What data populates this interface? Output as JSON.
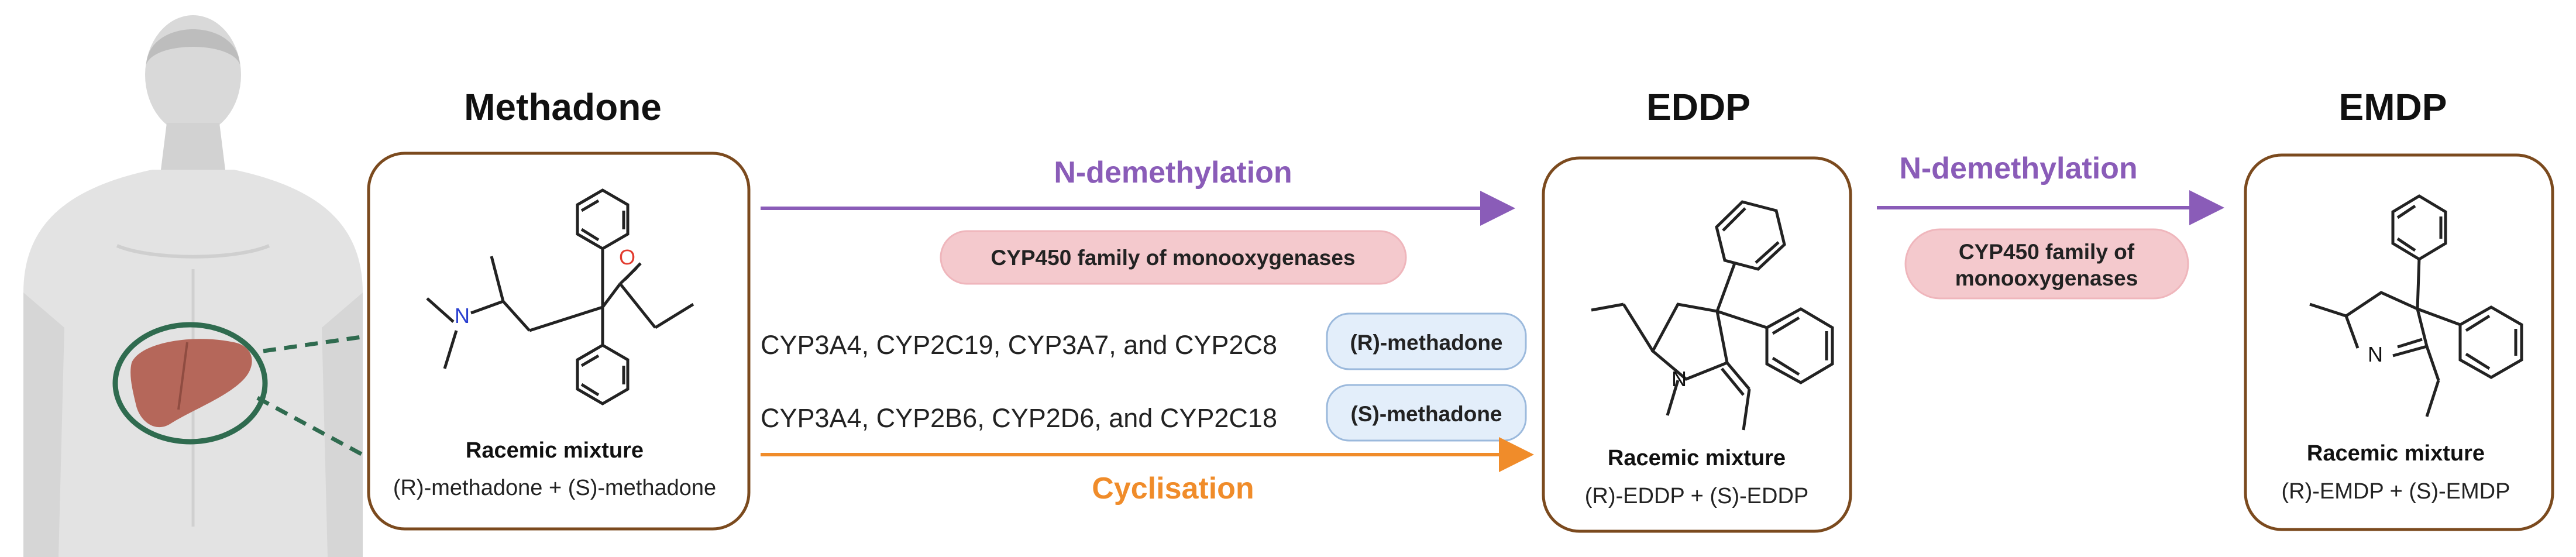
{
  "nodes": {
    "methadone": {
      "title": "Methadone",
      "label": "Racemic mixture",
      "sublabel": "(R)-methadone + (S)-methadone"
    },
    "eddp": {
      "title": "EDDP",
      "label": "Racemic mixture",
      "sublabel": "(R)-EDDP + (S)-EDDP"
    },
    "emdp": {
      "title": "EMDP",
      "label": "Racemic mixture",
      "sublabel": "(R)-EMDP + (S)-EMDP"
    }
  },
  "atoms": {
    "nitrogen": "N",
    "oxygen": "O"
  },
  "reactions": {
    "demethylation_1": {
      "label": "N-demethylation",
      "enzyme": "CYP450 family of monooxygenases"
    },
    "demethylation_2": {
      "label": "N-demethylation",
      "enzyme_line1": "CYP450 family of",
      "enzyme_line2": "monooxygenases"
    },
    "cyclisation": {
      "label": "Cyclisation"
    }
  },
  "enantiomers": [
    {
      "enzymes": "CYP3A4, CYP2C19, CYP3A7, and CYP2C8",
      "tag": "(R)-methadone"
    },
    {
      "enzymes": "CYP3A4, CYP2B6, CYP2D6, and CYP2C18",
      "tag": "(S)-methadone"
    }
  ],
  "colors": {
    "box_border": "#7b4a1e",
    "purple": "#8a5cb8",
    "orange": "#f08c2a",
    "pill_pink": "#f4c9cd",
    "pill_blue": "#e3eefa",
    "liver": "#b5675a",
    "liver_ring": "#2f6b4f",
    "nitrogen": "#2a3fd0",
    "oxygen": "#e23b2e"
  },
  "icons": [
    "human-torso-icon",
    "liver-icon"
  ]
}
